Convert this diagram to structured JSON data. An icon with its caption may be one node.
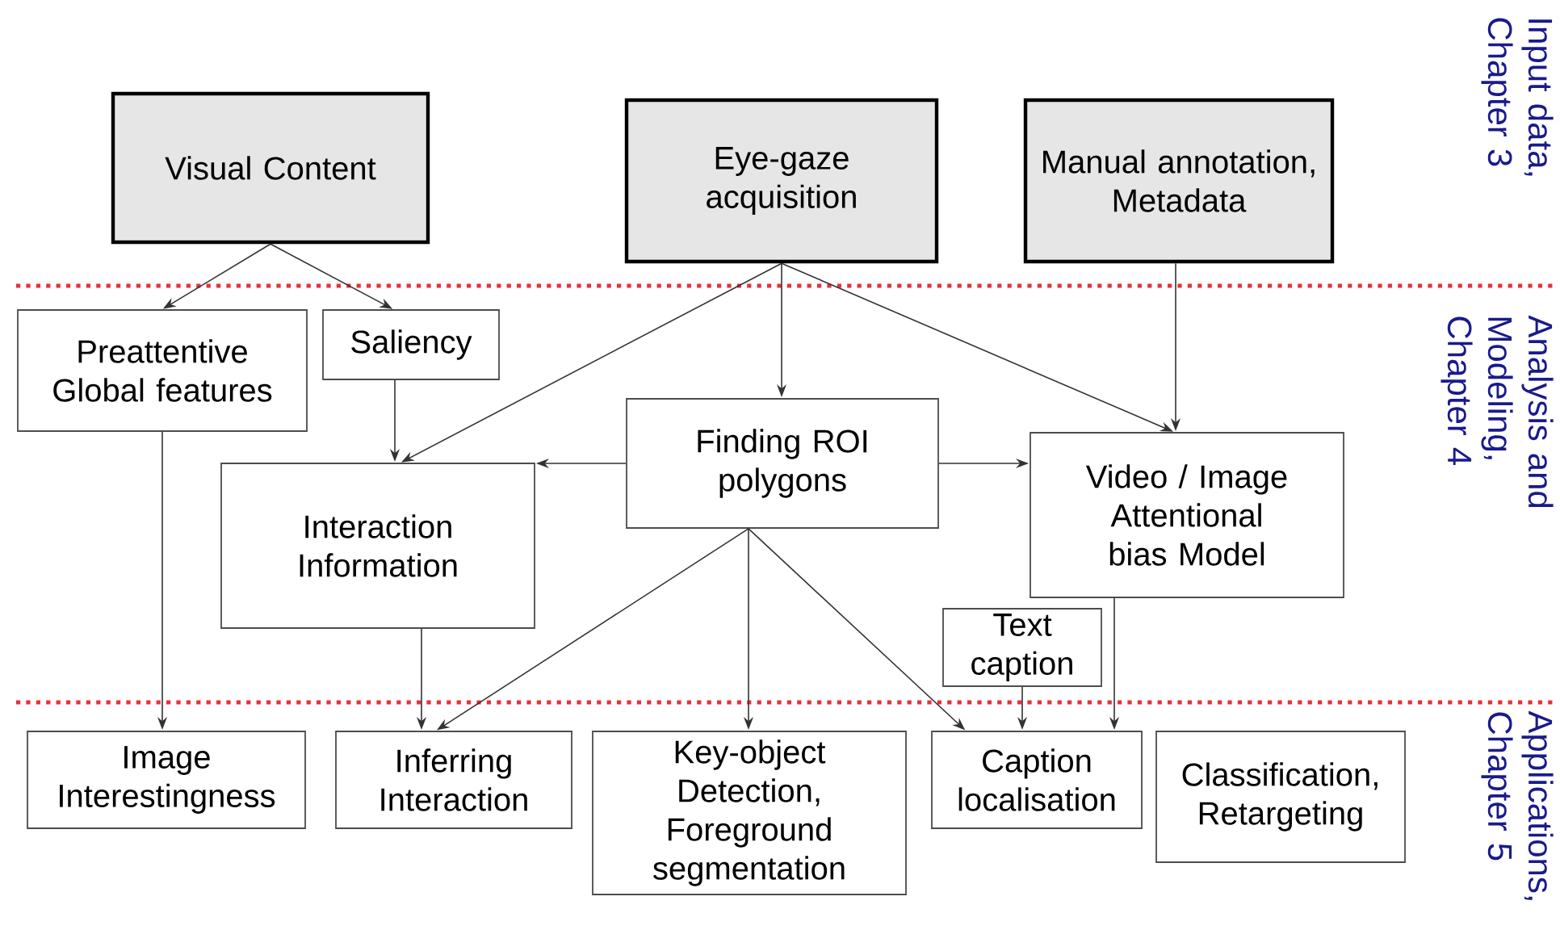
{
  "diagram": {
    "nodes": [
      {
        "text": [
          "Visual Content"
        ]
      },
      {
        "text": [
          "Eye-gaze acquisition"
        ]
      },
      {
        "text": [
          "Manual annotation, Metadata"
        ]
      },
      {
        "text": [
          "Preattentive Global features"
        ]
      },
      {
        "text": [
          "Saliency"
        ]
      },
      {
        "text": [
          "Finding ROI polygons"
        ]
      },
      {
        "text": [
          "Interaction Information"
        ]
      },
      {
        "text": [
          "Video / Image Attentional bias Model"
        ]
      },
      {
        "text": [
          "Text caption"
        ]
      },
      {
        "text": [
          "Image Interestingness"
        ]
      },
      {
        "text": [
          "Inferring Interaction"
        ]
      },
      {
        "text": [
          "Key-object Detection, Foreground segmentation"
        ]
      },
      {
        "text": [
          "Caption localisation"
        ]
      },
      {
        "text": [
          "Classification, Retargeting"
        ]
      }
    ],
    "edges": [
      {
        "from": 0,
        "to": 3,
        "arrow": "to"
      },
      {
        "from": 0,
        "to": 4,
        "arrow": "to"
      },
      {
        "from": 1,
        "to": 6,
        "arrow": "to"
      },
      {
        "from": 1,
        "to": 5,
        "arrow": "to"
      },
      {
        "from": 1,
        "to": 7,
        "arrow": "to"
      },
      {
        "from": 2,
        "to": 7,
        "arrow": "to"
      },
      {
        "from": 4,
        "to": 6,
        "arrow": "to"
      },
      {
        "from": 5,
        "to": 6,
        "arrow": "to"
      },
      {
        "from": 5,
        "to": 7,
        "arrow": "to"
      },
      {
        "from": 3,
        "to": 9,
        "arrow": "to"
      },
      {
        "from": 6,
        "to": 10,
        "arrow": "to"
      },
      {
        "from": 5,
        "to": 10,
        "arrow": "to"
      },
      {
        "from": 5,
        "to": 11,
        "arrow": "to"
      },
      {
        "from": 5,
        "to": 12,
        "arrow": "to"
      },
      {
        "from": 8,
        "to": 12,
        "arrow": "to"
      },
      {
        "from": 7,
        "to": 12,
        "arrow": "to"
      }
    ],
    "labels": [
      "Input data, Chapter 3",
      "Analysis and Modeling, Chapter 4",
      "Applications, Chapter 5"
    ]
  }
}
